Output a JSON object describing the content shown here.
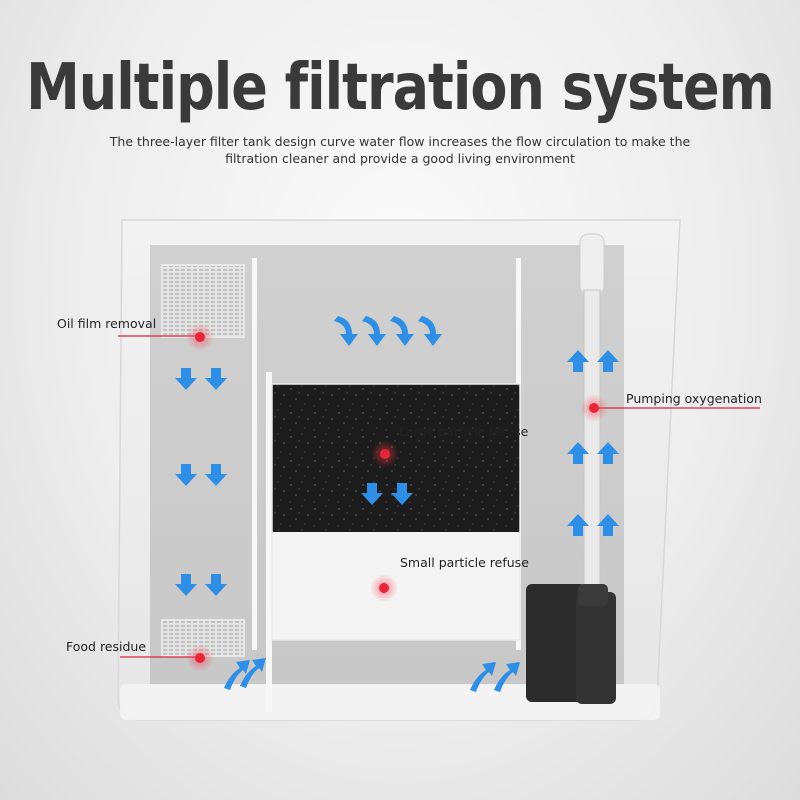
{
  "header": {
    "title": "Multiple filtration system",
    "subtitle_line1": "The three-layer filter tank design curve water flow increases the flow circulation to make the",
    "subtitle_line2": "filtration cleaner and provide a good living environment"
  },
  "callouts": {
    "oil_film": "Oil film removal",
    "food_residue": "Food residue",
    "large_particle": "Large particle refuse",
    "small_particle": "Small particle refuse",
    "pumping": "Pumping oxygenation"
  },
  "colors": {
    "arrow_blue": "#2f8fe6",
    "marker_red": "#e8263a",
    "sponge_black": "#1e1e1e",
    "cotton_white": "#f4f4f4"
  }
}
